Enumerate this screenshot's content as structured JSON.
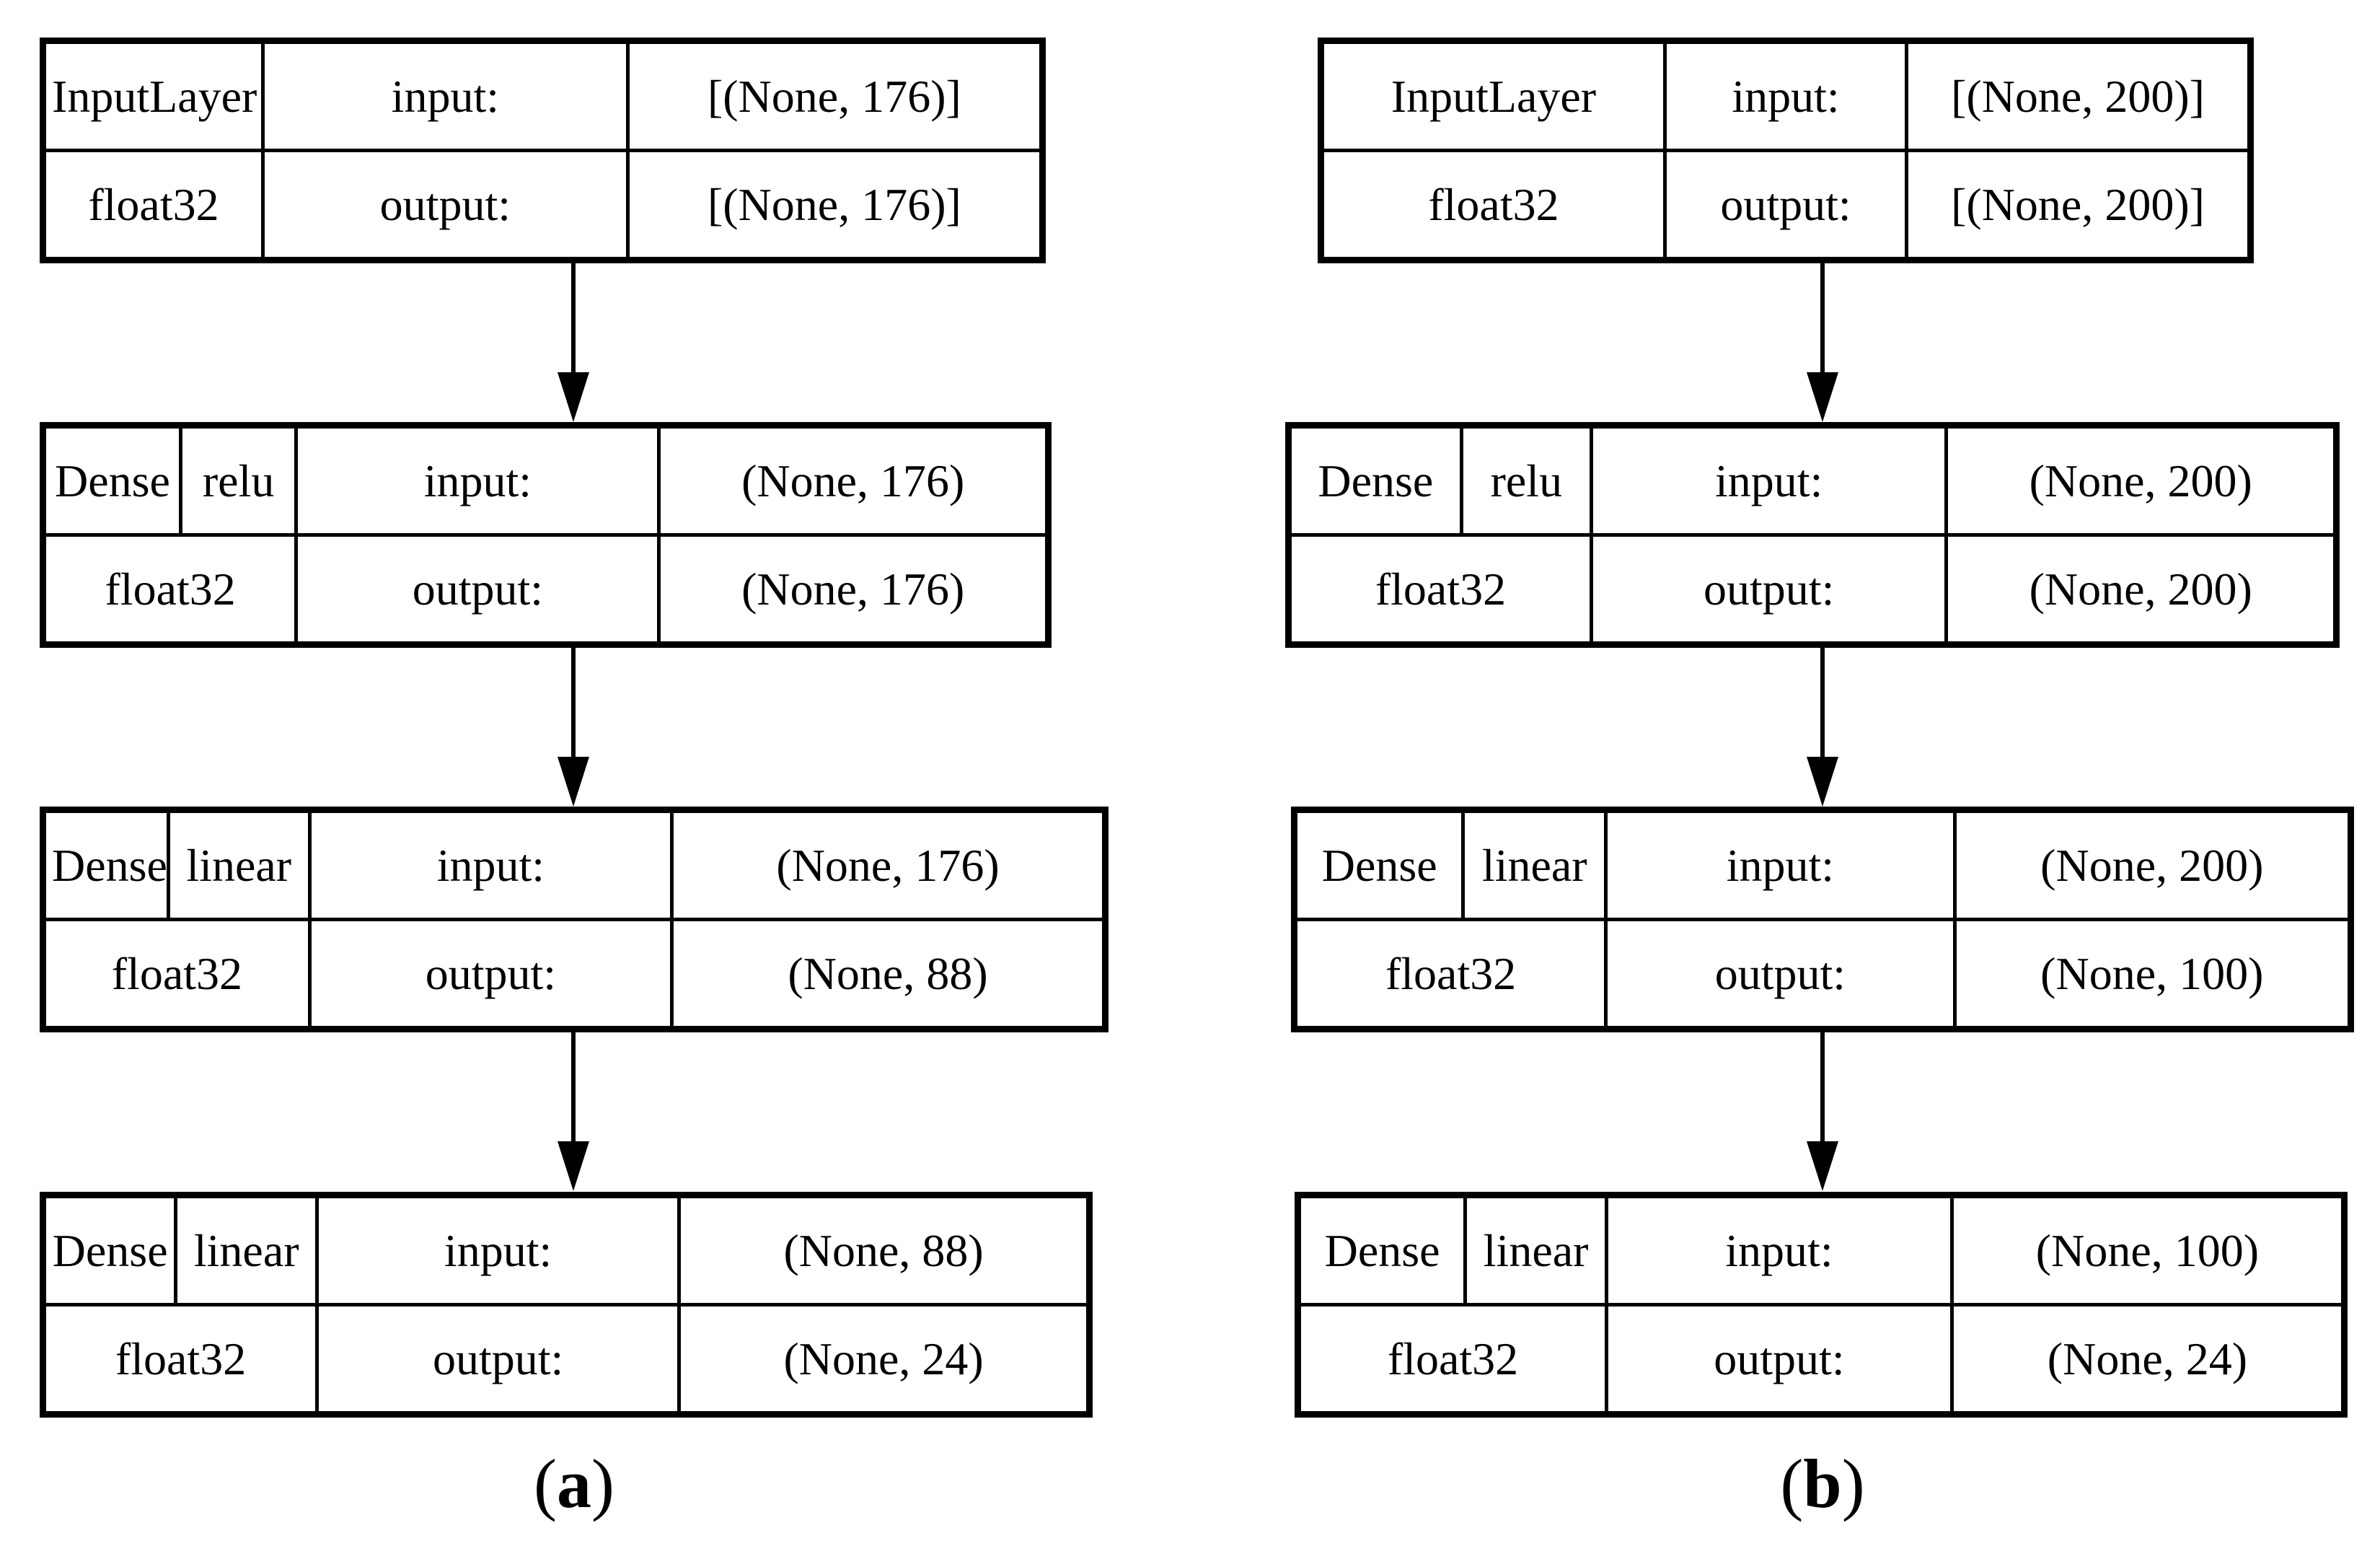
{
  "figure": {
    "background_color": "#ffffff",
    "line_color": "#000000",
    "text_color": "#000000"
  },
  "diagrams": [
    {
      "caption": {
        "open": "(",
        "letter": "a",
        "close": ")"
      },
      "blocks": [
        {
          "layer_type": "InputLayer",
          "dtype": "float32",
          "input_label": "input:",
          "output_label": "output:",
          "input_shape": "[(None, 176)]",
          "output_shape": "[(None, 176)]"
        },
        {
          "layer_type": "Dense",
          "activation": "relu",
          "dtype": "float32",
          "input_label": "input:",
          "output_label": "output:",
          "input_shape": "(None, 176)",
          "output_shape": "(None, 176)"
        },
        {
          "layer_type": "Dense",
          "activation": "linear",
          "dtype": "float32",
          "input_label": "input:",
          "output_label": "output:",
          "input_shape": "(None, 176)",
          "output_shape": "(None, 88)"
        },
        {
          "layer_type": "Dense",
          "activation": "linear",
          "dtype": "float32",
          "input_label": "input:",
          "output_label": "output:",
          "input_shape": "(None, 88)",
          "output_shape": "(None, 24)"
        }
      ]
    },
    {
      "caption": {
        "open": "(",
        "letter": "b",
        "close": ")"
      },
      "blocks": [
        {
          "layer_type": "InputLayer",
          "dtype": "float32",
          "input_label": "input:",
          "output_label": "output:",
          "input_shape": "[(None, 200)]",
          "output_shape": "[(None, 200)]"
        },
        {
          "layer_type": "Dense",
          "activation": "relu",
          "dtype": "float32",
          "input_label": "input:",
          "output_label": "output:",
          "input_shape": "(None, 200)",
          "output_shape": "(None, 200)"
        },
        {
          "layer_type": "Dense",
          "activation": "linear",
          "dtype": "float32",
          "input_label": "input:",
          "output_label": "output:",
          "input_shape": "(None, 200)",
          "output_shape": "(None, 100)"
        },
        {
          "layer_type": "Dense",
          "activation": "linear",
          "dtype": "float32",
          "input_label": "input:",
          "output_label": "output:",
          "input_shape": "(None, 100)",
          "output_shape": "(None, 24)"
        }
      ]
    }
  ]
}
